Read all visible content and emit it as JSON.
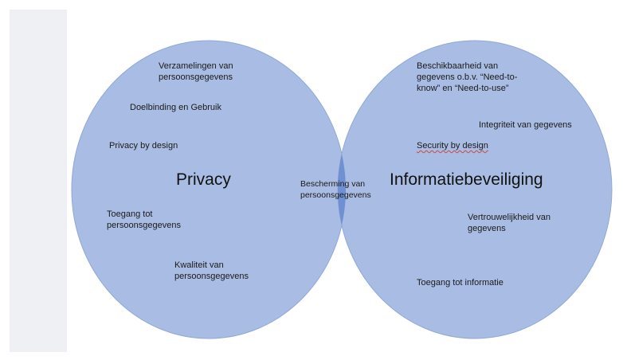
{
  "colors": {
    "circle_fill": "#a9bde4",
    "circle_stroke": "#8fa8d6",
    "overlap_fill": "#7090d4",
    "side_panel": "#eef0f3"
  },
  "privacy": {
    "title": "Privacy",
    "items": [
      "Verzamelingen van\npersoonsgegevens",
      "Doelbinding en Gebruik",
      "Privacy by design",
      "Toegang tot\npersoonsgegevens",
      "Kwaliteit van\npersoonsgegevens"
    ]
  },
  "overlap": {
    "label": "Bescherming van\npersoonsgegevens"
  },
  "security": {
    "title": "Informatiebeveiliging",
    "items": [
      "Beschikbaarheid van\ngegevens o.b.v. “Need-to-\nknow” en “Need-to-use”",
      "Integriteit van gegevens",
      "Security by design",
      "Vertrouwelijkheid van\ngegevens",
      "Toegang tot informatie"
    ]
  }
}
